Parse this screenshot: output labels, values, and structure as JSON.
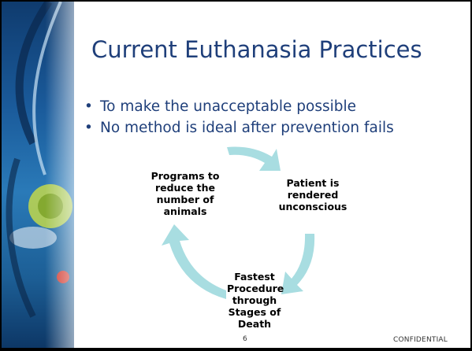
{
  "slide": {
    "title": "Current Euthanasia Practices",
    "bullets": [
      {
        "bullet": "•",
        "text": "To make the unacceptable possible"
      },
      {
        "bullet": "•",
        "text": "No method is ideal after prevention fails"
      }
    ],
    "cycle": {
      "nodes": [
        {
          "label": "Programs to reduce the number of animals"
        },
        {
          "label": "Patient is rendered unconscious"
        },
        {
          "label": "Fastest Procedure through Stages of Death"
        }
      ],
      "arrow_color": "#a8dde1"
    },
    "slide_number": "6",
    "footer": "CONFIDENTIAL"
  }
}
